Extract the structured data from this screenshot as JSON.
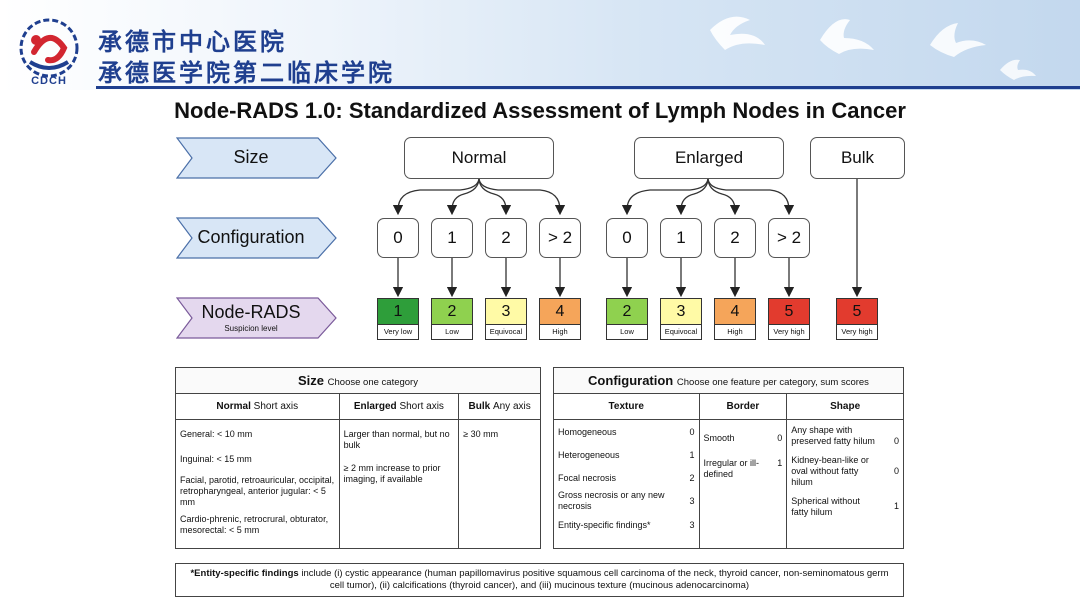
{
  "header": {
    "hospital_name_line1": "承德市中心医院",
    "hospital_name_line2": "承德医学院第二临床学院",
    "logo_text": "CDCH"
  },
  "title": "Node-RADS 1.0: Standardized Assessment of Lymph Nodes in Cancer",
  "labels": {
    "size": "Size",
    "configuration": "Configuration",
    "node_rads": "Node-RADS",
    "node_rads_sub": "Suspicion level"
  },
  "size_categories": [
    "Normal",
    "Enlarged",
    "Bulk"
  ],
  "configuration_scores": [
    "0",
    "1",
    "2",
    "> 2"
  ],
  "scores": [
    {
      "num": "1",
      "cap": "Very low",
      "color": "#2e9e3a"
    },
    {
      "num": "2",
      "cap": "Low",
      "color": "#8fd14f"
    },
    {
      "num": "3",
      "cap": "Equivocal",
      "color": "#fffaa6"
    },
    {
      "num": "4",
      "cap": "High",
      "color": "#f5a55a"
    },
    {
      "num": "2",
      "cap": "Low",
      "color": "#8fd14f"
    },
    {
      "num": "3",
      "cap": "Equivocal",
      "color": "#fffaa6"
    },
    {
      "num": "4",
      "cap": "High",
      "color": "#f5a55a"
    },
    {
      "num": "5",
      "cap": "Very high",
      "color": "#e23b2e"
    },
    {
      "num": "5",
      "cap": "Very high",
      "color": "#e23b2e"
    }
  ],
  "size_table": {
    "title": "Size",
    "title_note": "Choose one category",
    "normal_head": "Normal",
    "normal_head_note": "Short axis",
    "enlarged_head": "Enlarged",
    "enlarged_head_note": "Short axis",
    "bulk_head": "Bulk",
    "bulk_head_note": "Any axis",
    "normal_items": [
      "General: < 10 mm",
      "Inguinal: < 15 mm",
      "Facial, parotid, retroauricular, occipital, retropharyngeal, anterior jugular: < 5 mm",
      "Cardio-phrenic, retrocrural, obturator, mesorectal: < 5 mm"
    ],
    "enlarged_items": [
      "Larger than normal, but no bulk",
      "≥ 2 mm increase to prior imaging, if available"
    ],
    "bulk_items": [
      "≥ 30 mm"
    ]
  },
  "config_table": {
    "title": "Configuration",
    "title_note": "Choose one feature per category, sum scores",
    "texture_head": "Texture",
    "border_head": "Border",
    "shape_head": "Shape",
    "texture": [
      {
        "label": "Homogeneous",
        "score": "0"
      },
      {
        "label": "Heterogeneous",
        "score": "1"
      },
      {
        "label": "Focal necrosis",
        "score": "2"
      },
      {
        "label": "Gross necrosis or any new necrosis",
        "score": "3"
      },
      {
        "label": "Entity-specific findings*",
        "score": "3"
      }
    ],
    "border": [
      {
        "label": "Smooth",
        "score": "0"
      },
      {
        "label": "Irregular or ill-defined",
        "score": "1"
      }
    ],
    "shape": [
      {
        "label": "Any shape with preserved fatty hilum",
        "score": "0"
      },
      {
        "label": "Kidney-bean-like or oval without fatty hilum",
        "score": "0"
      },
      {
        "label": "Spherical without fatty hilum",
        "score": "1"
      }
    ]
  },
  "footnote": {
    "bold": "*Entity-specific findings",
    "text": " include (i) cystic appearance (human papillomavirus positive squamous cell carcinoma of the neck, thyroid cancer, non-seminomatous germ cell tumor), (ii) calcifications (thyroid cancer), and (iii) mucinous texture (mucinous adenocarcinoma)"
  },
  "colors": {
    "header_blue": "#1f3f8f",
    "size_arrow": "#d8e6f6",
    "config_arrow": "#d8e6f6",
    "noderads_arrow": "#e4d8ee"
  }
}
